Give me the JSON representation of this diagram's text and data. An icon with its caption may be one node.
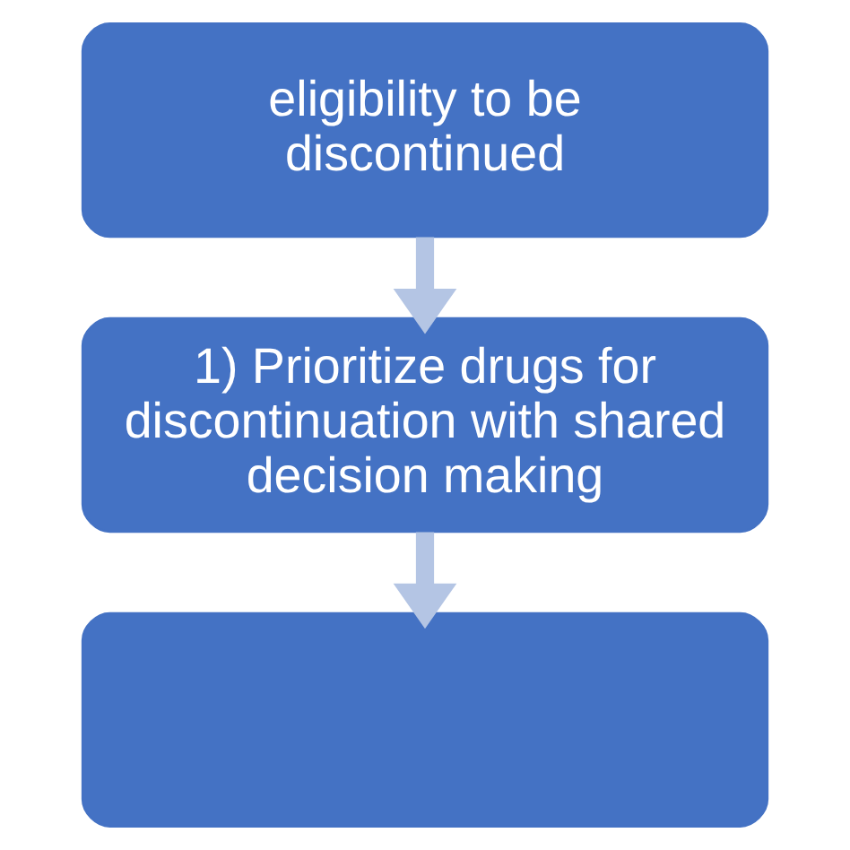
{
  "diagram": {
    "nodes": [
      {
        "text": [
          "eligibility to be discontinued"
        ]
      },
      {
        "text": [
          "1) Prioritize drugs for discontinuation with shared decision making"
        ]
      },
      {
        "text": [],
        "shape": "box"
      }
    ],
    "edges": [
      {
        "from": 0,
        "to": 1,
        "arrow": "to"
      },
      {
        "from": 1,
        "to": 2,
        "arrow": "to"
      }
    ]
  }
}
